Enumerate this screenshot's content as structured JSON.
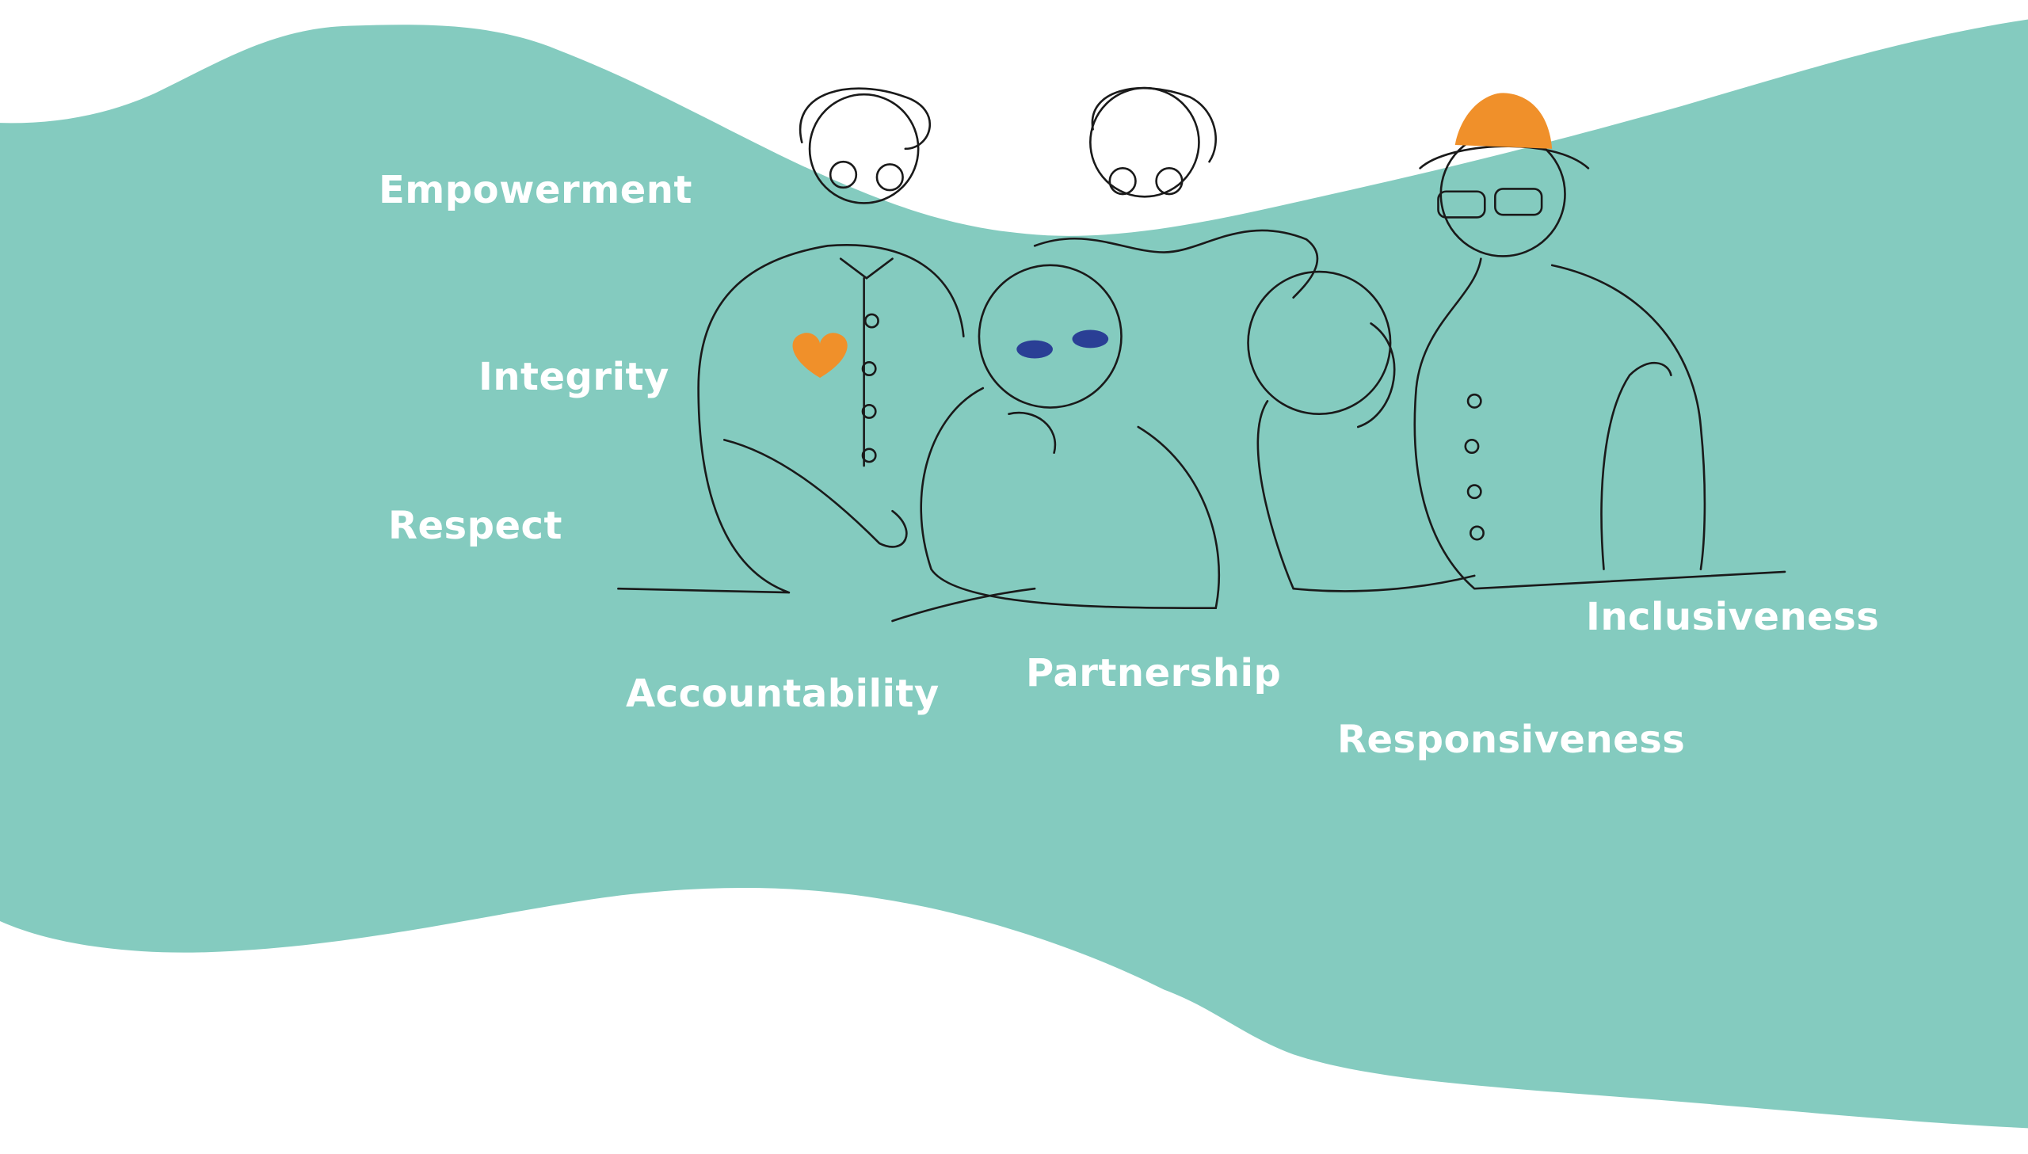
{
  "colors": {
    "background": "#ffffff",
    "band": "#84cbbf",
    "text": "#ffffff",
    "line_art": "#1a1a1a",
    "accent_orange": "#f0902a",
    "accent_blue": "#2a3f95"
  },
  "values": [
    {
      "label": "Empowerment"
    },
    {
      "label": "Integrity"
    },
    {
      "label": "Respect"
    },
    {
      "label": "Accountability"
    },
    {
      "label": "Partnership"
    },
    {
      "label": "Responsiveness"
    },
    {
      "label": "Inclusiveness"
    }
  ]
}
